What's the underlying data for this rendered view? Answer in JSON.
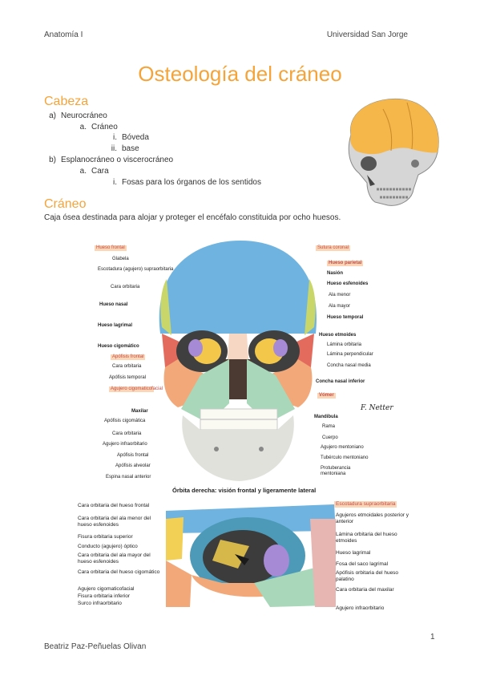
{
  "header": {
    "left": "Anatomía I",
    "right": "Universidad San Jorge"
  },
  "title": "Osteología del cráneo",
  "section1": {
    "heading": "Cabeza",
    "outline": [
      {
        "marker": "a)",
        "text": "Neurocráneo"
      },
      {
        "marker": "a.",
        "text": "Cráneo"
      },
      {
        "marker": "i.",
        "text": "Bóveda"
      },
      {
        "marker": "ii.",
        "text": "base"
      },
      {
        "marker": "b)",
        "text": "Esplanocráneo o viscerocráneo"
      },
      {
        "marker": "a.",
        "text": "Cara"
      },
      {
        "marker": "i.",
        "text": "Fosas para los órganos de los sentidos"
      }
    ]
  },
  "section2": {
    "heading": "Cráneo",
    "paragraph": "Caja ósea destinada para alojar y proteger el encéfalo constituida por ocho huesos."
  },
  "figure1": {
    "left_labels": [
      "Hueso frontal",
      "Glabela",
      "Escotadura (agujero) supraorbitaria",
      "Cara orbitaria",
      "Hueso nasal",
      "Hueso lagrimal",
      "Hueso cigomático",
      "Apófisis frontal",
      "Cara orbitaria",
      "Apófisis temporal",
      "Agujero cigomaticofacial",
      "Maxilar",
      "Apófisis cigomática",
      "Cara orbitaria",
      "Agujero infraorbitario",
      "Apófisis frontal",
      "Apófisis alveolar",
      "Espina nasal anterior"
    ],
    "right_labels": [
      "Sutura coronal",
      "Hueso parietal",
      "Nasión",
      "Hueso esfenoides",
      "Ala menor",
      "Ala mayor",
      "Hueso temporal",
      "Hueso etmoides",
      "Lámina orbitaria",
      "Lámina perpendicular",
      "Concha nasal media",
      "Concha nasal inferior",
      "Vómer",
      "Mandíbula",
      "Rama",
      "Cuerpo",
      "Agujero mentoniano",
      "Tubérculo mentoniano",
      "Protuberancia mentoniana"
    ],
    "signature": "F. Netter"
  },
  "figure2": {
    "title": "Órbita derecha: visión frontal y ligeramente lateral",
    "left_labels": [
      "Cara orbitaria del hueso frontal",
      "Cara orbitaria del ala menor del hueso esfenoides",
      "Fisura orbitaria superior",
      "Conducto (agujero) óptico",
      "Cara orbitaria del ala mayor del hueso esfenoides",
      "Cara orbitaria del hueso cigomático",
      "Agujero cigomaticofacial",
      "Fisura orbitaria inferior",
      "Surco infraorbitario"
    ],
    "right_labels": [
      "Escotadura supraorbitaria",
      "Agujeros etmoidales posterior y anterior",
      "Lámina orbitaria del hueso etmoides",
      "Hueso lagrimal",
      "Fosa del saco lagrimal",
      "Apófisis orbitaria del hueso palatino",
      "Cara orbitaria del maxilar",
      "Agujero infraorbitario"
    ]
  },
  "footer": {
    "author": "Beatriz Paz-Peñuelas Olivan",
    "page": "1"
  }
}
